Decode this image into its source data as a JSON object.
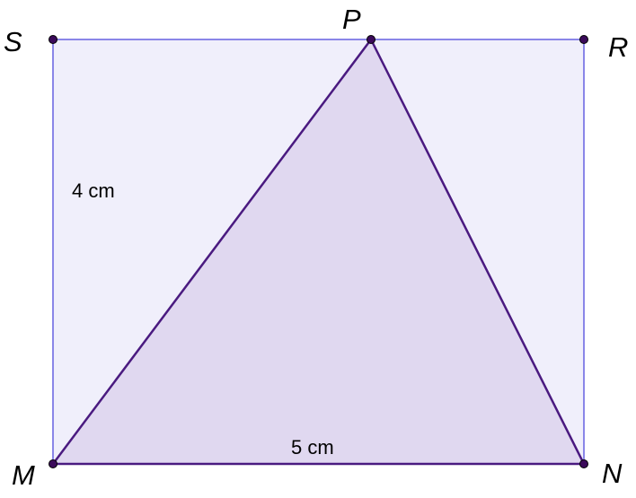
{
  "figure": {
    "points": {
      "S": "S",
      "P": "P",
      "R": "R",
      "M": "M",
      "N": "N"
    },
    "measurements": {
      "side_ms": "4 cm",
      "side_mn": "5 cm"
    },
    "colors": {
      "rectangle_fill": "#f0effb",
      "rectangle_stroke": "#8a86e8",
      "triangle_fill": "#e0d8f0",
      "triangle_stroke": "#4a1a80",
      "point_fill": "#3b0a5a",
      "point_stroke": "#000000"
    }
  }
}
